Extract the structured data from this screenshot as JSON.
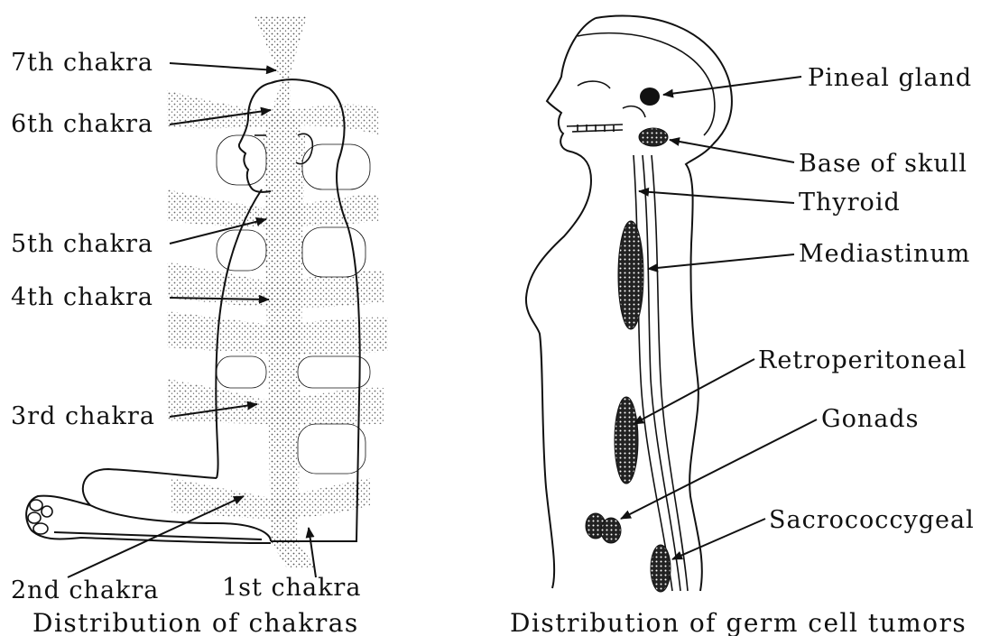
{
  "left_panel": {
    "caption": "Distribution of chakras",
    "labels": {
      "c7": "7th chakra",
      "c6": "6th chakra",
      "c5": "5th chakra",
      "c4": "4th chakra",
      "c3": "3rd chakra",
      "c2": "2nd chakra",
      "c1": "1st chakra"
    }
  },
  "right_panel": {
    "caption": "Distribution of germ cell tumors",
    "labels": {
      "pineal": "Pineal gland",
      "skull": "Base of skull",
      "thyroid": "Thyroid",
      "mediastinum": "Mediastinum",
      "retro": "Retroperitoneal",
      "gonads": "Gonads",
      "sacro": "Sacrococcygeal"
    }
  },
  "colors": {
    "ink": "#111111",
    "stipple": "#555555",
    "background": "#ffffff"
  }
}
